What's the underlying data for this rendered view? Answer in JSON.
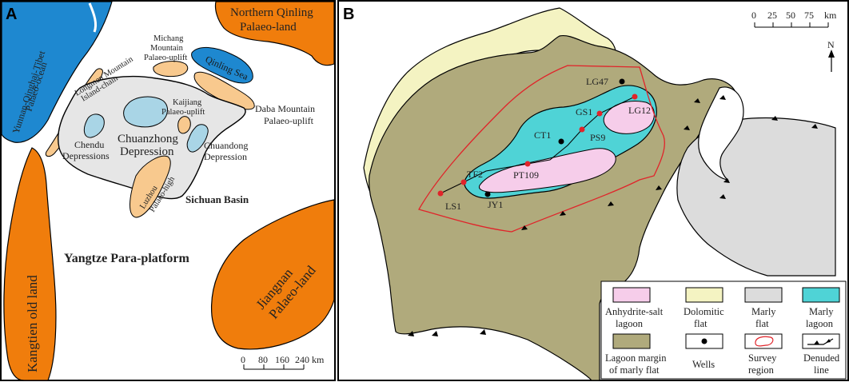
{
  "panel_a": {
    "letter": "A",
    "regions": {
      "yunnan": "Yunnan-Qinghai-Tibet",
      "yunnan2": "Palaeo-ocean",
      "northern": "Northern Qinling",
      "northern2": "Palaeo-land",
      "michang1": "Michang",
      "michang2": "Mountain",
      "michang3": "Palaeo-uplift",
      "longmen1": "Longmen Mountain",
      "longmen2": "Island-chain",
      "qinling_sea": "Qinling Sea",
      "kaijiang1": "Kaijiang",
      "kaijiang2": "Palaeo-uplift",
      "daba1": "Daba Mountain",
      "daba2": "Palaeo-uplift",
      "chendu1": "Chendu",
      "chendu2": "Depressions",
      "chuanzhong1": "Chuanzhong",
      "chuanzhong2": "Depression",
      "chuandong1": "Chuandong",
      "chuandong2": "Depression",
      "luzhou1": "Luzhou",
      "luzhou2": "Palaeo-high",
      "sichuan": "Sichuan Basin",
      "yangtze": "Yangtze Para-platform",
      "kangtien": "Kangtien old land",
      "jiangnan1": "Jiangnan",
      "jiangnan2": "Palaeo-land"
    },
    "scale": {
      "t0": "0",
      "t1": "80",
      "t2": "160",
      "t3": "240",
      "unit": "km"
    }
  },
  "panel_b": {
    "letter": "B",
    "scale": {
      "t0": "0",
      "t1": "25",
      "t2": "50",
      "t3": "75",
      "unit": "km"
    },
    "north": "N",
    "wells": {
      "lg47": "LG47",
      "gs1": "GS1",
      "lg12": "LG12",
      "ct1": "CT1",
      "ps9": "PS9",
      "tf2": "TF2",
      "pt109": "PT109",
      "ls1": "LS1",
      "jy1": "JY1"
    },
    "legend": {
      "anhydrite1": "Anhydrite-salt",
      "anhydrite2": "lagoon",
      "dolomitic1": "Dolomitic",
      "dolomitic2": "flat",
      "marly_flat1": "Marly",
      "marly_flat2": "flat",
      "marly_lagoon1": "Marly",
      "marly_lagoon2": "lagoon",
      "margin1": "Lagoon margin",
      "margin2": "of marly flat",
      "wells": "Wells",
      "survey1": "Survey",
      "survey2": "region",
      "denuded1": "Denuded",
      "denuded2": "line"
    },
    "colors": {
      "anhydrite": "#f6cdea",
      "dolomitic": "#f4f3c2",
      "marly_flat": "#dcdcdc",
      "marly_lagoon": "#4fd3d6",
      "margin": "#b0aa7c",
      "survey": "#e0242a",
      "well_red": "#e0242a"
    }
  },
  "panel_a_colors": {
    "ocean": "#1e88d0",
    "land": "#f07d0c",
    "uplift": "#f8c98e",
    "basin": "#e6e6e6",
    "depression": "#a9d5e6"
  }
}
